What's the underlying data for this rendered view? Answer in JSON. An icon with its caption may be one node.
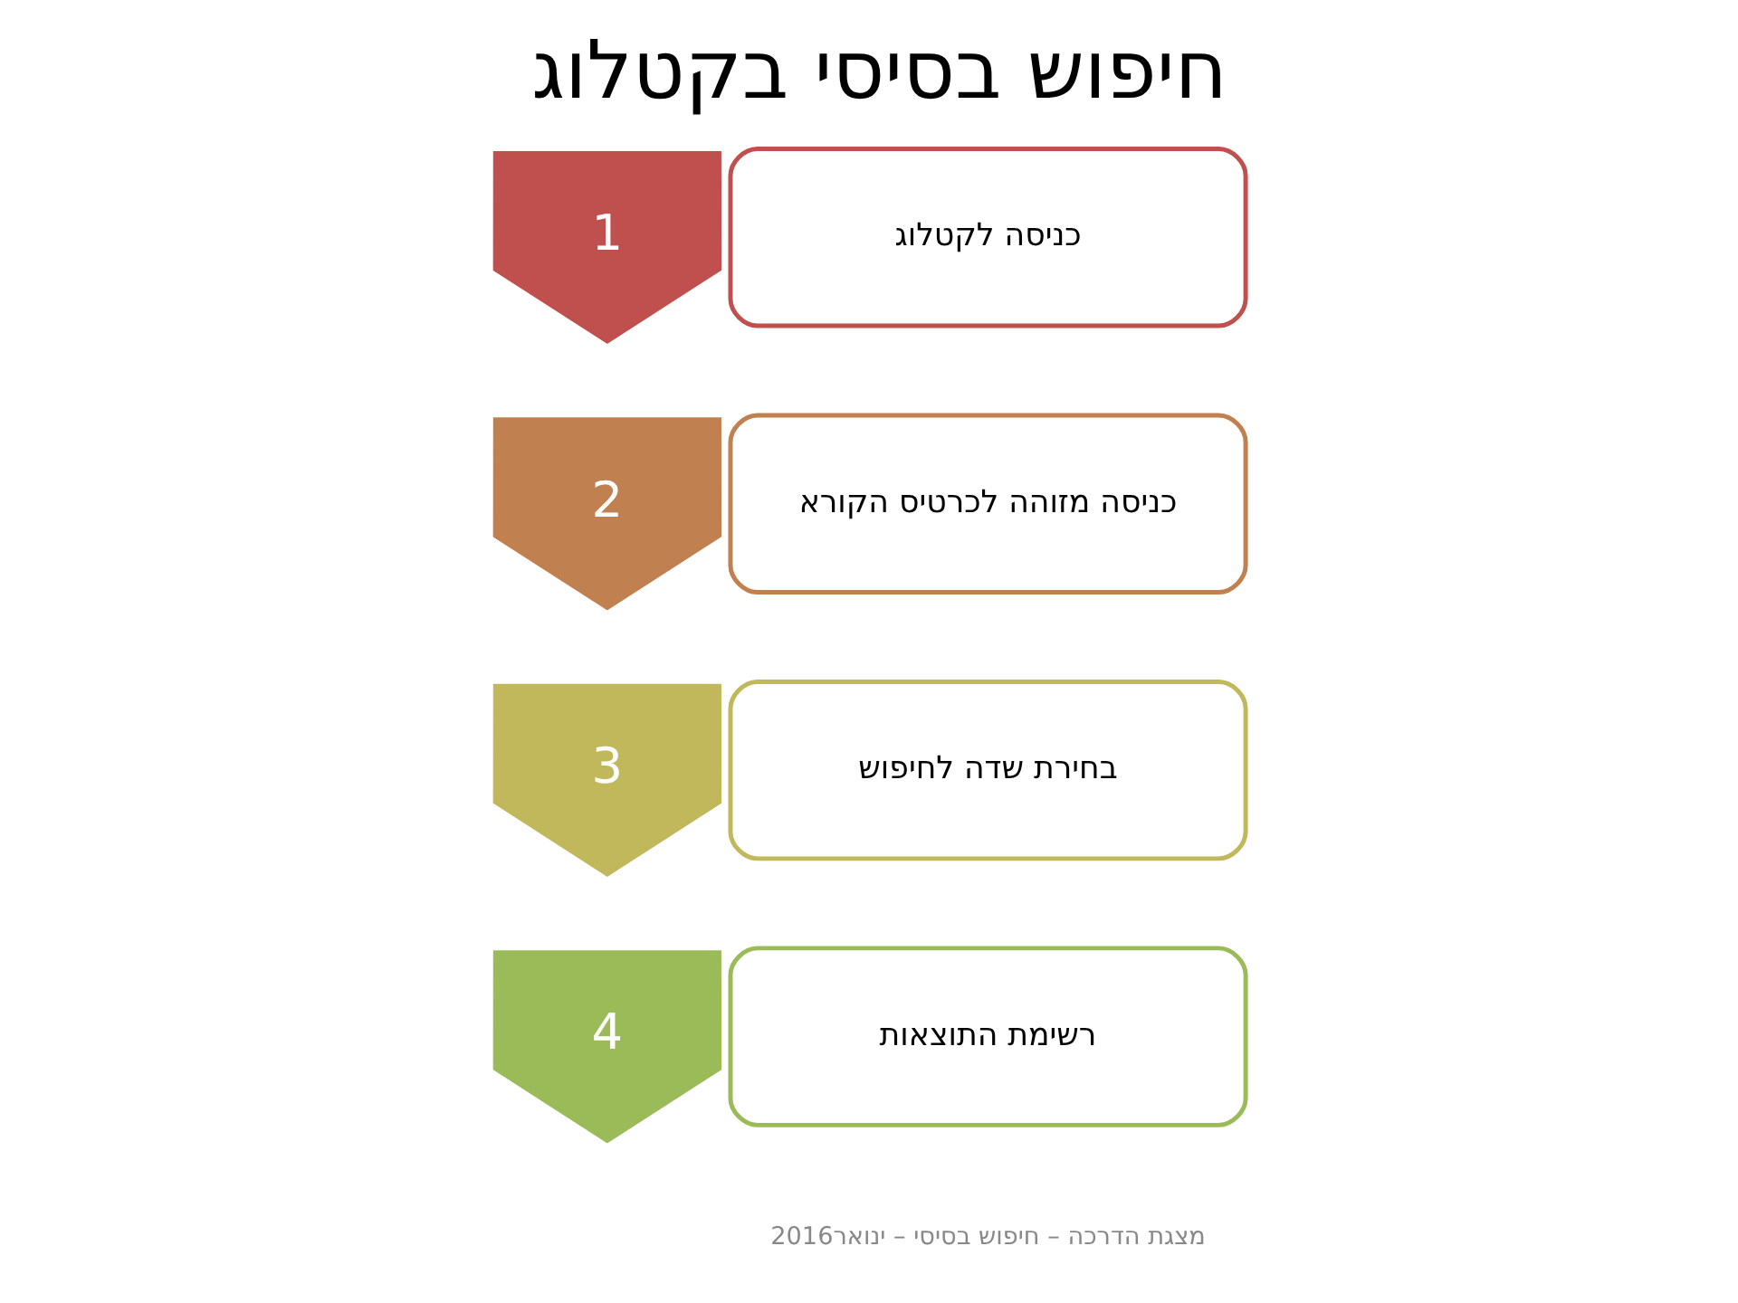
{
  "diagram": {
    "title": "חיפוש בסיסי בקטלוג",
    "caption": "מצגת הדרכה – חיפוש בסיסי – ינואר2016",
    "nodes": [
      {
        "text": [
          "1"
        ]
      },
      {
        "text": [
          "כניסה לקטלוג"
        ]
      },
      {
        "text": [
          "2"
        ]
      },
      {
        "text": [
          "כניסה מזוהה לכרטיס הקורא"
        ]
      },
      {
        "text": [
          "3"
        ]
      },
      {
        "text": [
          "בחירת שדה לחיפוש"
        ]
      },
      {
        "text": [
          "4"
        ]
      },
      {
        "text": [
          "רשימת התוצאות"
        ]
      }
    ]
  }
}
